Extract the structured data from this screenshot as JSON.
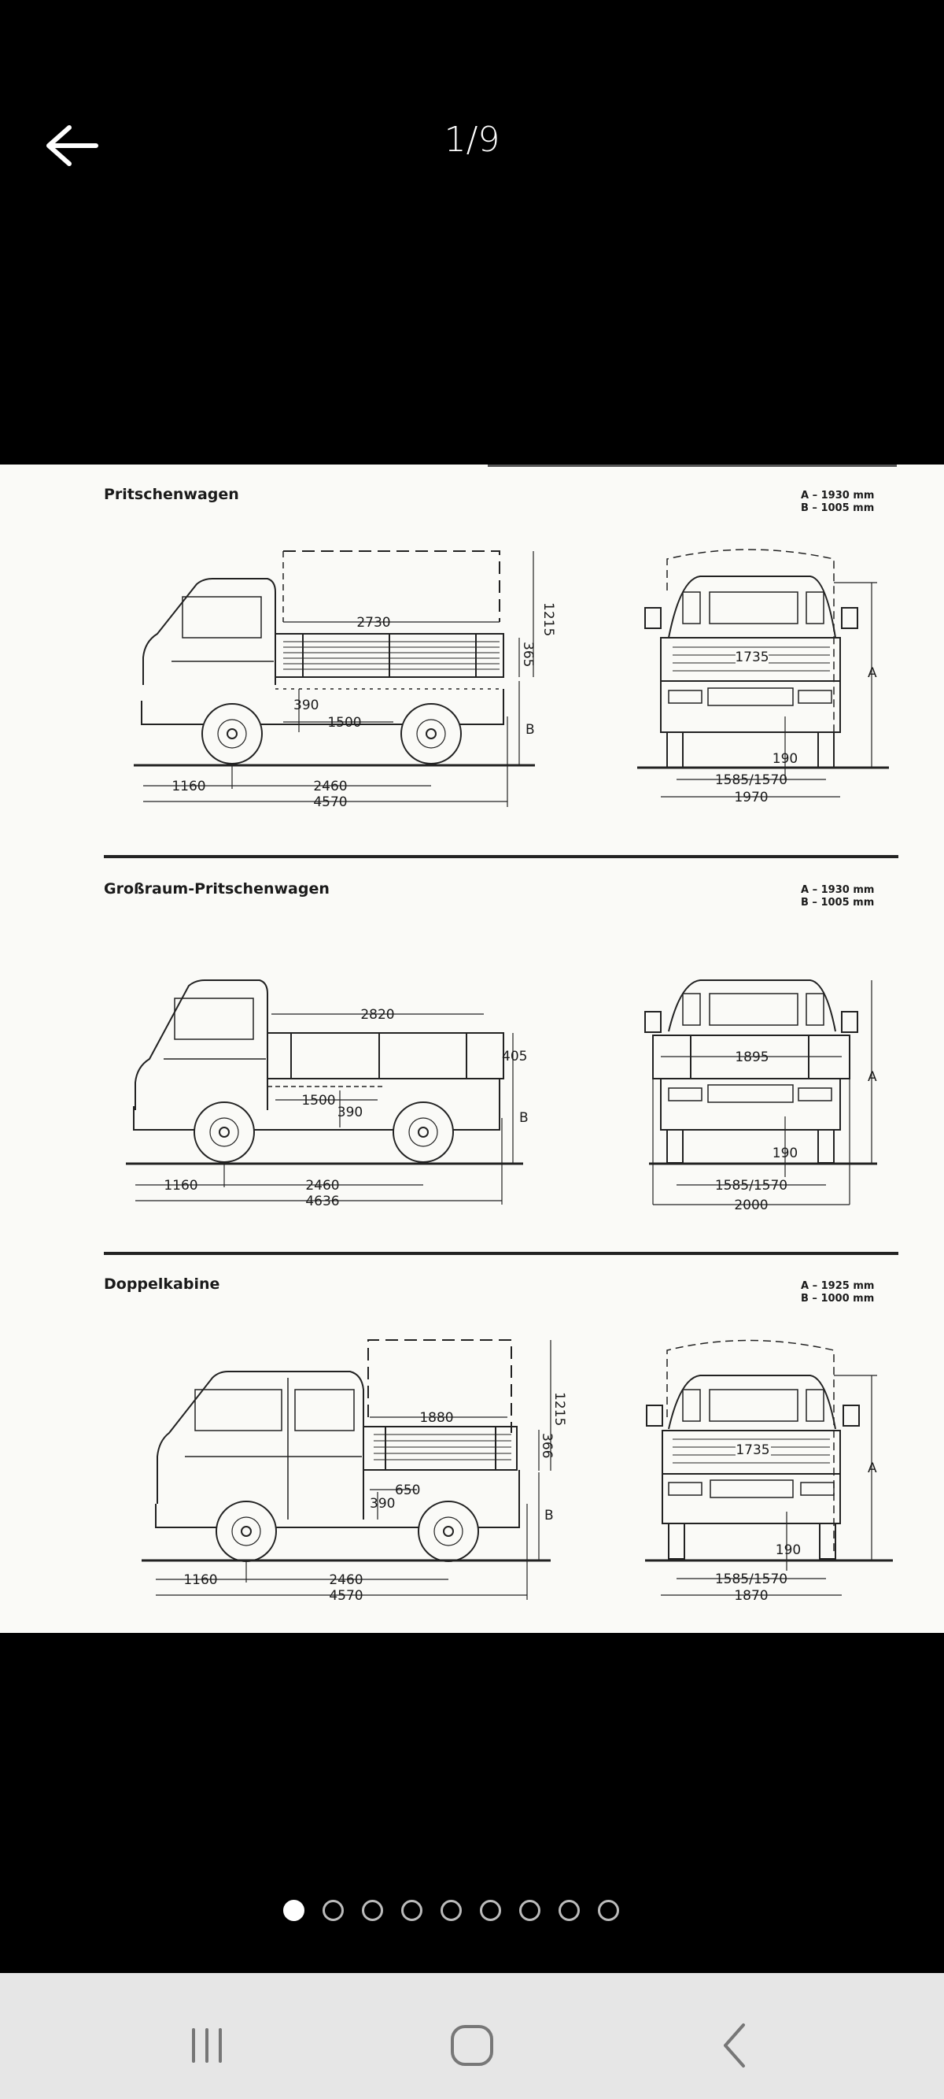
{
  "viewer": {
    "page_counter": "1/9",
    "current_page": 1,
    "total_pages": 9,
    "back_icon": "arrow-left-icon"
  },
  "image": {
    "sections": [
      {
        "title": "Pritschenwagen",
        "spec_a": "A – 1930 mm",
        "spec_b": "B – 1005 mm",
        "side": {
          "cargo_length": "2730",
          "canopy_height": "1215",
          "side_height": "365",
          "under_height": "390",
          "under_length": "1500",
          "front_overhang": "1160",
          "wheelbase": "2460",
          "total_length": "4570",
          "label_b": "B"
        },
        "front": {
          "inner_width": "1735",
          "ground_clearance": "190",
          "track": "1585/1570",
          "total_width": "1970",
          "label_a": "A"
        }
      },
      {
        "title": "Großraum-Pritschenwagen",
        "spec_a": "A – 1930 mm",
        "spec_b": "B – 1005 mm",
        "side": {
          "cargo_length": "2820",
          "side_height": "405",
          "under_height": "390",
          "under_length": "1500",
          "front_overhang": "1160",
          "wheelbase": "2460",
          "total_length": "4636",
          "label_b": "B"
        },
        "front": {
          "inner_width": "1895",
          "ground_clearance": "190",
          "track": "1585/1570",
          "total_width": "2000",
          "label_a": "A"
        }
      },
      {
        "title": "Doppelkabine",
        "spec_a": "A – 1925 mm",
        "spec_b": "B – 1000 mm",
        "side": {
          "cargo_length": "1880",
          "canopy_height": "1215",
          "side_height": "366",
          "under_height": "390",
          "under_length": "650",
          "front_overhang": "1160",
          "wheelbase": "2460",
          "total_length": "4570",
          "label_b": "B"
        },
        "front": {
          "inner_width": "1735",
          "ground_clearance": "190",
          "track": "1585/1570",
          "total_width": "1870",
          "label_a": "A"
        }
      }
    ]
  },
  "pagination": {
    "dots": 9,
    "active_index": 0
  },
  "nav_bar": {
    "recents_icon": "recent-apps-icon",
    "home_icon": "home-icon",
    "back_icon": "back-chevron-icon"
  }
}
